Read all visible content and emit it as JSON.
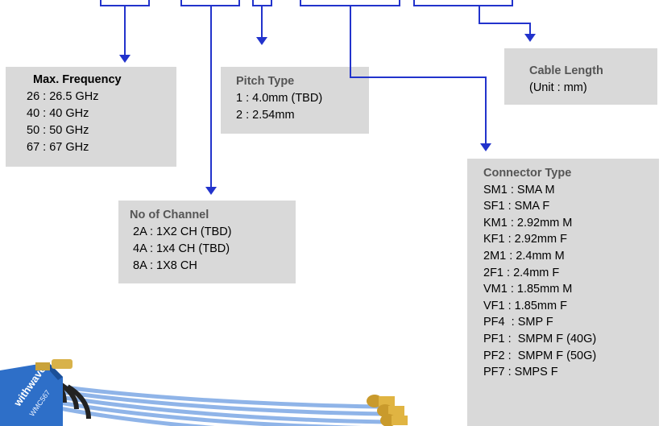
{
  "colors": {
    "arrow": "#2233cc",
    "box": "#d9d9d9",
    "title": "#555555"
  },
  "max_frequency": {
    "title": "Max. Frequency",
    "items": [
      "26 : 26.5 GHz",
      "40 : 40 GHz",
      "50 : 50 GHz",
      "67 : 67 GHz"
    ]
  },
  "pitch_type": {
    "title": "Pitch Type",
    "items": [
      "1 : 4.0mm (TBD)",
      "2 : 2.54mm"
    ]
  },
  "cable_length": {
    "title": "Cable Length",
    "items": [
      "(Unit : mm)"
    ]
  },
  "no_of_channel": {
    "title": "No of Channel",
    "items": [
      " 2A : 1X2 CH (TBD)",
      " 4A : 1x4 CH (TBD)",
      " 8A : 1X8 CH"
    ]
  },
  "connector_type": {
    "title": "Connector Type",
    "items": [
      "SM1 : SMA M",
      "SF1 : SMA F",
      "KM1 : 2.92mm M",
      "KF1 : 2.92mm F",
      "2M1 : 2.4mm M",
      "2F1 : 2.4mm F",
      "VM1 : 1.85mm M",
      "VF1 : 1.85mm F",
      "PF4  : SMP F",
      "PF1 :  SMPM F (40G)",
      "PF2 :  SMPM F (50G)",
      "PF7 : SMPS F"
    ]
  },
  "product_photo": {
    "label": "withwave",
    "model": "WMC567"
  }
}
